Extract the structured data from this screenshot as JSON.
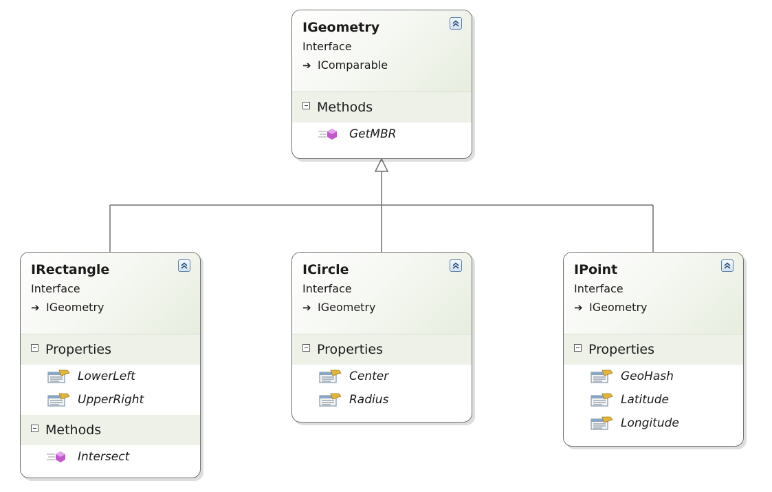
{
  "colors": {
    "header_gradient_end": "#e7eddf",
    "section_band": "#edf1e8",
    "border": "#6f6f6f",
    "connector": "#6f6f6f",
    "method_icon": "#c05ac8",
    "property_icon": "#e0b640"
  },
  "icons": {
    "collapse": "double-chevron-up-icon",
    "inherits": "inheritance-arrow-icon",
    "section_toggle": "minus-box-icon",
    "method": "method-icon",
    "property": "property-icon"
  },
  "shapes": [
    {
      "id": "igeometry",
      "title": "IGeometry",
      "kind": "Interface",
      "inherits": "IComparable",
      "sections": [
        {
          "label": "Methods",
          "type": "method",
          "members": [
            "GetMBR"
          ]
        }
      ]
    },
    {
      "id": "irectangle",
      "title": "IRectangle",
      "kind": "Interface",
      "inherits": "IGeometry",
      "sections": [
        {
          "label": "Properties",
          "type": "property",
          "members": [
            "LowerLeft",
            "UpperRight"
          ]
        },
        {
          "label": "Methods",
          "type": "method",
          "members": [
            "Intersect"
          ]
        }
      ]
    },
    {
      "id": "icircle",
      "title": "ICircle",
      "kind": "Interface",
      "inherits": "IGeometry",
      "sections": [
        {
          "label": "Properties",
          "type": "property",
          "members": [
            "Center",
            "Radius"
          ]
        }
      ]
    },
    {
      "id": "ipoint",
      "title": "IPoint",
      "kind": "Interface",
      "inherits": "IGeometry",
      "sections": [
        {
          "label": "Properties",
          "type": "property",
          "members": [
            "GeoHash",
            "Latitude",
            "Longitude"
          ]
        }
      ]
    }
  ]
}
